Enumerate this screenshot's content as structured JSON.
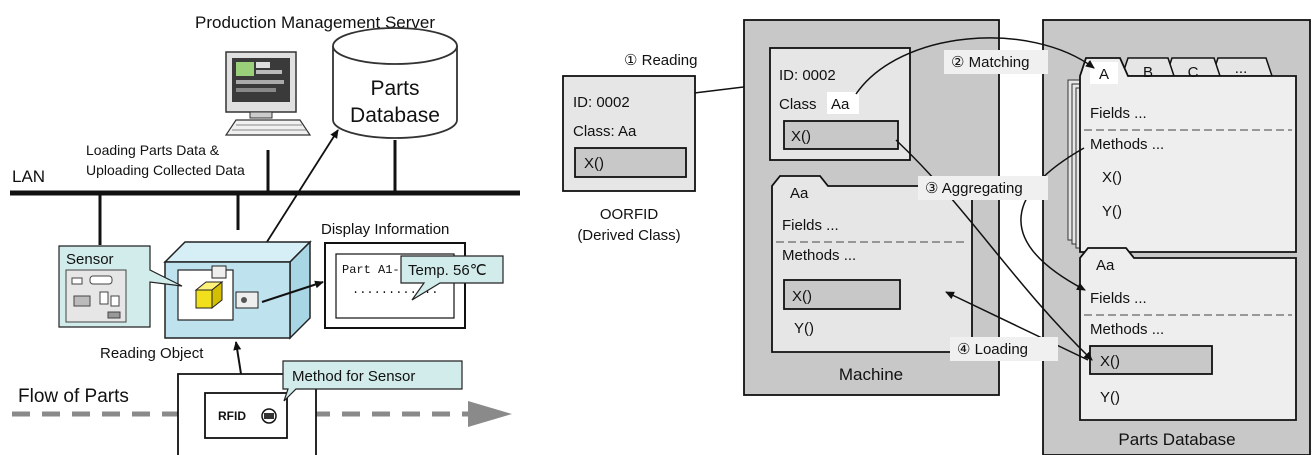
{
  "left": {
    "server_label": "Production Management Server",
    "db_line1": "Parts",
    "db_line2": "Database",
    "lan_label": "LAN",
    "loading_line1": "Loading Parts Data &",
    "loading_line2": "Uploading Collected Data",
    "sensor_label": "Sensor",
    "display_info_label": "Display Information",
    "screen_text": "Part A1-2",
    "screen_dots": "............",
    "temp_callout": "Temp. 56℃",
    "reading_object_label": "Reading Object",
    "method_callout": "Method for Sensor",
    "rfid_label": "RFID",
    "flow_label": "Flow of Parts"
  },
  "middle": {
    "reading_label": "① Reading",
    "tag_id": "ID: 0002",
    "tag_class": "Class: Aa",
    "tag_method": "X()",
    "oorfid_line1": "OORFID",
    "oorfid_line2": "(Derived Class)"
  },
  "machine": {
    "label": "Machine",
    "obj_id": "ID: 0002",
    "obj_class_prefix": "Class",
    "obj_class_value": "Aa",
    "obj_method": "X()",
    "class_tab": "Aa",
    "fields": "Fields ...",
    "methods": "Methods ...",
    "method_x": "X()",
    "method_y": "Y()"
  },
  "steps": {
    "matching": "② Matching",
    "aggregating": "③ Aggregating",
    "loading": "④ Loading"
  },
  "parts_db": {
    "label": "Parts Database",
    "tabs": [
      "A",
      "B",
      "C",
      "..."
    ],
    "fields": "Fields ...",
    "methods": "Methods ...",
    "method_x": "X()",
    "method_y": "Y()",
    "class_tab": "Aa",
    "class_fields": "Fields ...",
    "class_methods": "Methods ...",
    "class_method_x": "X()",
    "class_method_y": "Y()"
  },
  "colors": {
    "panel_gray": "#c8c8c8",
    "light_panel": "#e6e6e6",
    "callout_teal": "#d2ecec",
    "sensor_blue": "#bfe3ee",
    "cube_yellow": "#f3e01c",
    "arrow_gray": "#999999"
  }
}
